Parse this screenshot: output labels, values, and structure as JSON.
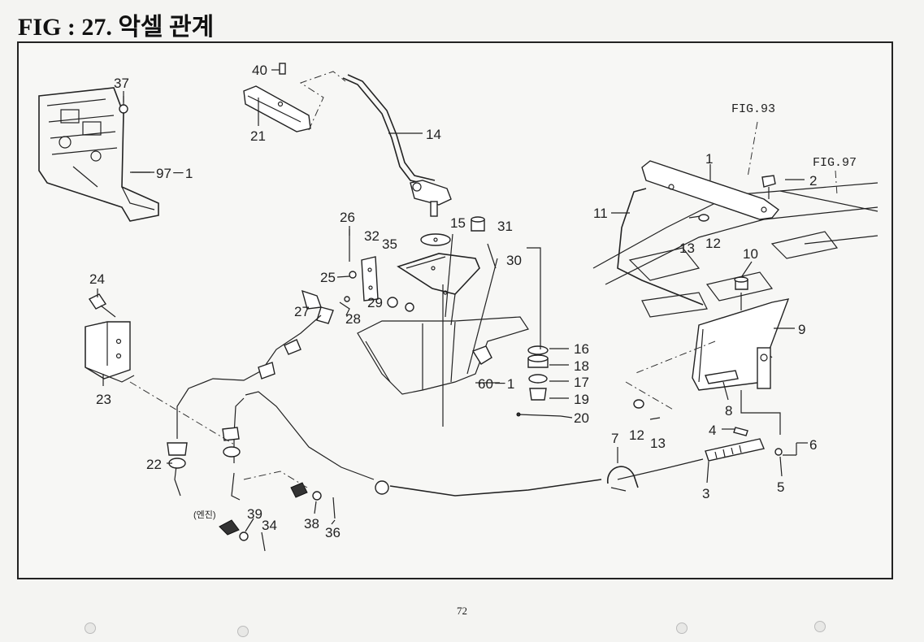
{
  "title": "FIG : 27.  악셀 관계",
  "page_number": "72",
  "references": {
    "fig93": "FIG.93",
    "fig97": "FIG.97",
    "engine": "(엔진)"
  },
  "labels": {
    "p1": "1",
    "p2": "2",
    "p3": "3",
    "p4": "4",
    "p5": "5",
    "p6": "6",
    "p7": "7",
    "p8": "8",
    "p9": "9",
    "p10": "10",
    "p11": "11",
    "p12a": "12",
    "p12b": "12",
    "p13a": "13",
    "p13b": "13",
    "p14": "14",
    "p15": "15",
    "p16": "16",
    "p17": "17",
    "p18": "18",
    "p19": "19",
    "p20": "20",
    "p21": "21",
    "p22": "22",
    "p23": "23",
    "p24": "24",
    "p25": "25",
    "p26": "26",
    "p27": "27",
    "p28": "28",
    "p29": "29",
    "p30": "30",
    "p31": "31",
    "p32": "32",
    "p34": "34",
    "p35": "35",
    "p36": "36",
    "p37": "37",
    "p38": "38",
    "p39": "39",
    "p40": "40",
    "p60_1": "60－1",
    "p97_1": "97－1"
  },
  "colors": {
    "ink": "#222222",
    "paper": "#f7f7f5"
  }
}
